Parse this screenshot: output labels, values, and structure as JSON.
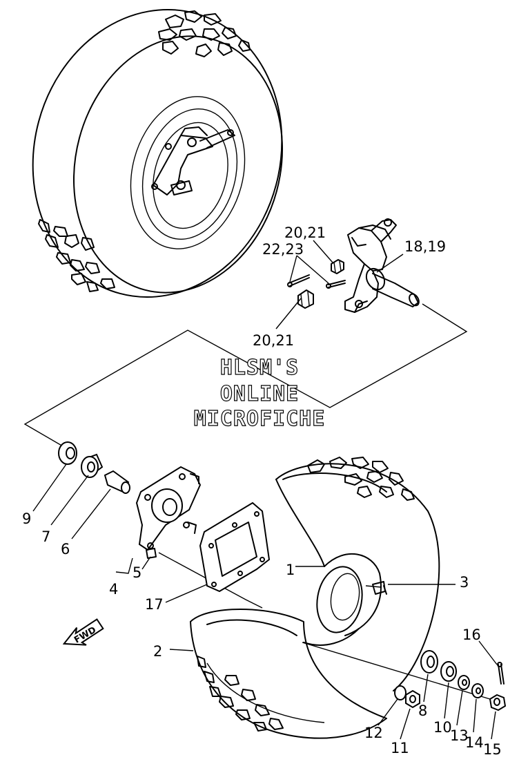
{
  "watermark": {
    "line1": "HLSM'S",
    "line2": "ONLINE",
    "line3": "MICROFICHE"
  },
  "fwd_label": "FWD",
  "callouts": {
    "c1": "1",
    "c2": "2",
    "c3": "3",
    "c4": "4",
    "c5": "5",
    "c6": "6",
    "c7": "7",
    "c8": "8",
    "c9": "9",
    "c10": "10",
    "c11": "11",
    "c12": "12",
    "c13": "13",
    "c14": "14",
    "c15": "15",
    "c16": "16",
    "c17": "17",
    "c18_19": "18,19",
    "c20_21_top": "20,21",
    "c20_21_bottom": "20,21",
    "c22_23": "22,23"
  }
}
